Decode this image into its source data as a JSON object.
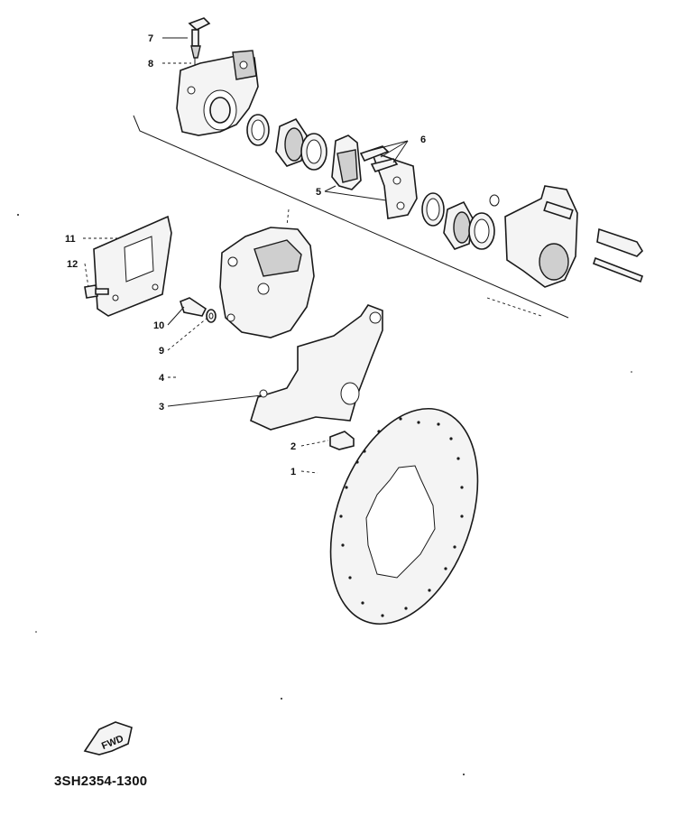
{
  "diagram": {
    "callouts": [
      "1",
      "2",
      "3",
      "4",
      "5",
      "6",
      "7",
      "8",
      "9",
      "10",
      "11",
      "12"
    ],
    "fwd_label": "FWD",
    "doc_code": "3SH2354-1300"
  }
}
